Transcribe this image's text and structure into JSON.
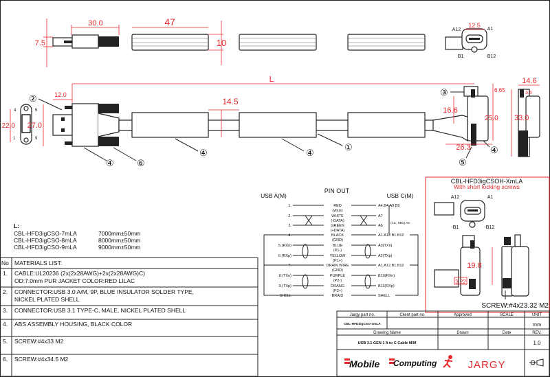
{
  "drawing": {
    "dims": {
      "plug_len": "30.0",
      "plug_h": "7.5",
      "ferrite_len": "47",
      "ferrite_h": "10",
      "c_width": "12.5",
      "length": "L",
      "plug_tip": "12.0",
      "a_height": "27.0",
      "a_face": "22.0",
      "ferrite_gap": "14.5",
      "c_thick": "14.6",
      "c_screw_top": "6.65",
      "c_screw_d": "3.5",
      "c_offset": "16.6",
      "c_body": "25.0",
      "c_total": "33.0",
      "c_depth": "26.3"
    },
    "pin_labels_c": {
      "a12": "A12",
      "a1": "A1",
      "b1": "B1",
      "b12": "B12"
    },
    "pin_labels_a": {
      "p4": "4",
      "p5": "5",
      "p1": "1",
      "p9": "9"
    },
    "balloons": [
      "②",
      "④",
      "⑥",
      "④",
      "④",
      "①",
      "③",
      "④",
      "⑤"
    ]
  },
  "inset": {
    "title": "CBL-HFD3igCSOH-XmLA",
    "subtitle": "With short locking screws",
    "pins": {
      "a12": "A12",
      "a1": "A1",
      "b1": "B1",
      "b12": "B12"
    },
    "dim_height": "19.8",
    "dim_small": "3.22",
    "screw_note": "SCREW:#4x23.32 M2",
    "accent": "#e8262b"
  },
  "pinout": {
    "title": "PIN OUT",
    "left_header": "USB A(M)",
    "right_header": "USB C(M)",
    "cc_note": "(CC, SBU) A5",
    "rows": [
      {
        "left": "1.",
        "wire": "RED",
        "sub": "(vbus)",
        "right": "A4.B4.A9.B9"
      },
      {
        "left": "2.",
        "wire": "WHITE",
        "sub": "(-DATA)",
        "right": "A7"
      },
      {
        "left": "3.",
        "wire": "GREEN",
        "sub": "(+DATA)",
        "right": "A6"
      },
      {
        "left": "4.",
        "wire": "BLACK",
        "sub": "(GND)",
        "right": "A1.A12.B1.B12"
      },
      {
        "left": "5.(RXn)",
        "wire": "BLUE",
        "sub": "(P1-)",
        "right": "A3(TXn)"
      },
      {
        "left": "6.(RXp)",
        "wire": "YELLOW",
        "sub": "(P1+)",
        "right": "A2(TXp)"
      },
      {
        "left": "7.",
        "wire": "DRAIN WIRE",
        "sub": "(GND)",
        "right": "A1.A12.B1.B12"
      },
      {
        "left": "8.(TXn)",
        "wire": "PURPLE",
        "sub": "(P2-)",
        "right": "B10(RXn)"
      },
      {
        "left": "9.(TXp)",
        "wire": "ORANG",
        "sub": "(P2+)",
        "right": "B11(RXp)"
      },
      {
        "left": "SHELL",
        "wire": "BRAID",
        "sub": "",
        "right": "SHELL"
      }
    ]
  },
  "lengths": {
    "heading": "L:",
    "items": [
      {
        "part": "CBL-HFD3igCSO-7mLA",
        "value": "7000mm±50mm"
      },
      {
        "part": "CBL-HFD3igCSO-8mLA",
        "value": "8000mm±50mm"
      },
      {
        "part": "CBL-HFD3igCSO-9mLA",
        "value": "9000mm±50mm"
      }
    ]
  },
  "materials": {
    "no_header": "No",
    "header": "MATERIALS LIST:",
    "rows": [
      {
        "no": "1.",
        "line1": "CABLE:UL20236 (2x(2x28AWG)+2x(2x28AWG)C)",
        "line2": "OD:7.0mm  PUR JACKET COLOR:RED LILAC"
      },
      {
        "no": "2.",
        "line1": "CONNECTOR:USB 3.0 A/M, 9P, BLUE INSULATOR SOLDER TYPE,",
        "line2": "NICKEL PLATED SHELL"
      },
      {
        "no": "3.",
        "line1": "CONNECTOR:USB 3.1 TYPE-C, MALE, NICKEL PLATED SHELL",
        "line2": ""
      },
      {
        "no": "4.",
        "line1": "ABS ASSEMBLY HOUSING, BLACK COLOR",
        "line2": ""
      },
      {
        "no": "5.",
        "line1": "SCREW:#4x33 M2",
        "line2": ""
      },
      {
        "no": "6.",
        "line1": "SCREW:#4x34.5 M2",
        "line2": ""
      }
    ]
  },
  "title_block": {
    "jargy_part_label": "Jargy part no.",
    "client_part_label": "Client part no.",
    "approved_label": "Approved",
    "scale_label": "SCALE",
    "unit_label": "UNIT",
    "jargy_part": "CBL-HFD3igCSO-xmLA",
    "unit": "mm",
    "drawing_name_label": "Drawing Name",
    "drawn_label": "Drawn",
    "date_label": "Date",
    "rev_label": "REV.",
    "drawing_name": "USB 3.1 GEN 1 A to C Cable M/M",
    "rev": "1.0",
    "logo_mobile": "Mobile",
    "logo_computing": "Computing",
    "logo_jargy": "JARGY"
  }
}
